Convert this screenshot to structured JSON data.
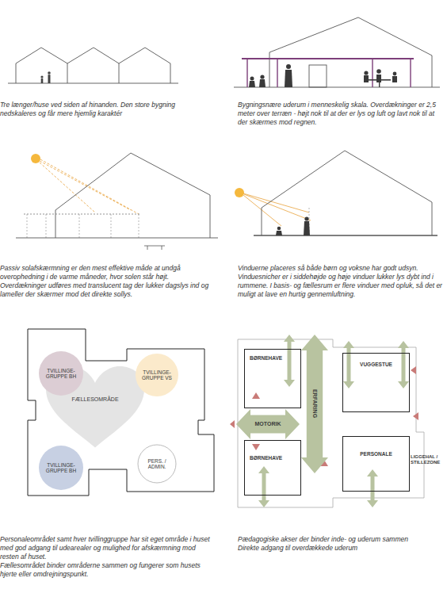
{
  "diagram": {
    "nodes": [
      {
        "text": [
          "TVILLINGE-GRUPPE BH"
        ]
      },
      {
        "text": [
          "TVILLINGE-GRUPPE VS"
        ]
      },
      {
        "text": [
          "FÆLLESOMRÅDE"
        ]
      },
      {
        "text": [
          "TVILLINGE-GRUPPE BH"
        ]
      },
      {
        "text": [
          "PERS. / ADMIN."
        ]
      },
      {
        "text": [
          "BØRNEHAVE"
        ]
      },
      {
        "text": [
          "ERFARING"
        ]
      },
      {
        "text": [
          "VUGGESTUE"
        ]
      },
      {
        "text": [
          "MOTORIK"
        ]
      },
      {
        "text": [
          "BØRNEHAVE"
        ]
      },
      {
        "text": [
          "PERSONALE"
        ]
      }
    ],
    "labels": [
      "Tre længer/huse ved siden af hinanden. Den store bygning nedskaleres og får mere hjemlig karaktér",
      "Bygningsnære uderum i menneskelig skala. Overdækninger er 2,5 meter over terræn - højt nok til at der er lys og luft og lavt nok til at der skærmes mod regnen.",
      "Passiv solafskærmning er den mest effektive måde at undgå overophedning i de varme måneder, hvor solen står højt. Overdækninger udføres med translucent tag der lukker dagslys ind og lameller der skærmer mod det direkte sollys.",
      "Vinduerne placeres så både børn og voksne har godt udsyn. Vinduesnicher er i siddehøjde og høje vinduer lukker lys dybt ind i rummene. I basis- og fællesrum er flere vinduer med opluk, så det er muligt at lave en hurtig gennemluftning.",
      "LIGGEHAL / STILLEZONE",
      "Personaleområdet samt hver tvillinggruppe har sit eget område i huset med god adgang til udearealer og mulighed for afskærmning mod resten af huset.",
      "Fællesområdet binder områderne sammen og fungerer som husets hjerte eller omdrejningspunkt.",
      "Pædagogiske akser der binder inde- og uderum sammen",
      "Direkte adgang til overdækkede uderum"
    ]
  }
}
